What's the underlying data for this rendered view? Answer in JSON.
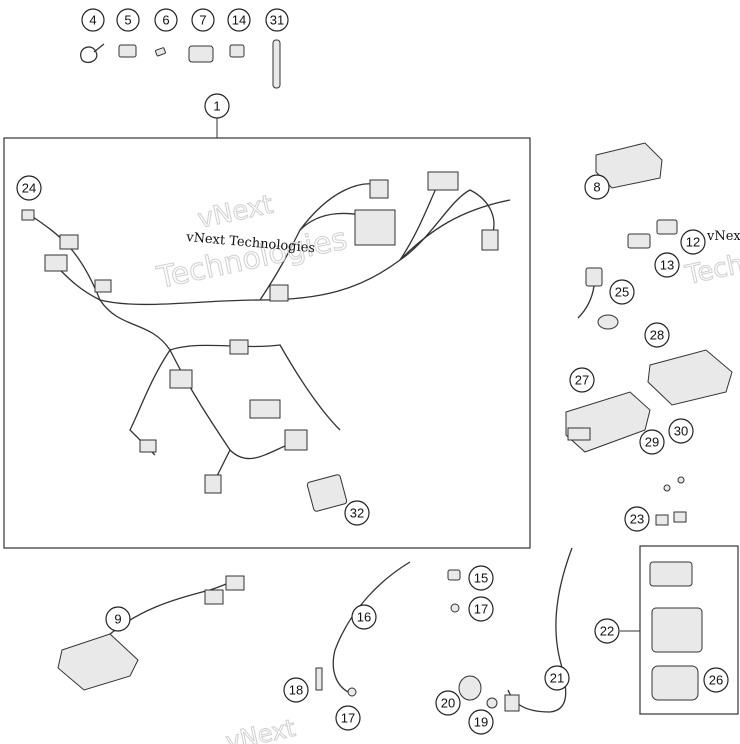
{
  "diagram": {
    "callouts": {
      "c4": "4",
      "c5": "5",
      "c6": "6",
      "c7": "7",
      "c14": "14",
      "c31": "31",
      "c1": "1",
      "c24": "24",
      "c8": "8",
      "c12": "12",
      "c13": "13",
      "c25": "25",
      "c28": "28",
      "c27": "27",
      "c29": "29",
      "c30": "30",
      "c23": "23",
      "c32": "32",
      "c9": "9",
      "c16": "16",
      "c15": "15",
      "c17a": "17",
      "c17b": "17",
      "c18": "18",
      "c20": "20",
      "c19": "19",
      "c21": "21",
      "c22": "22",
      "c26": "26"
    },
    "watermark": {
      "main": "vNext Technologies",
      "ghost1": "vNext",
      "ghost2": "Technologies",
      "edge": "vNext",
      "edge_ghost": "Tech",
      "bottom_ghost": "vNext"
    }
  }
}
